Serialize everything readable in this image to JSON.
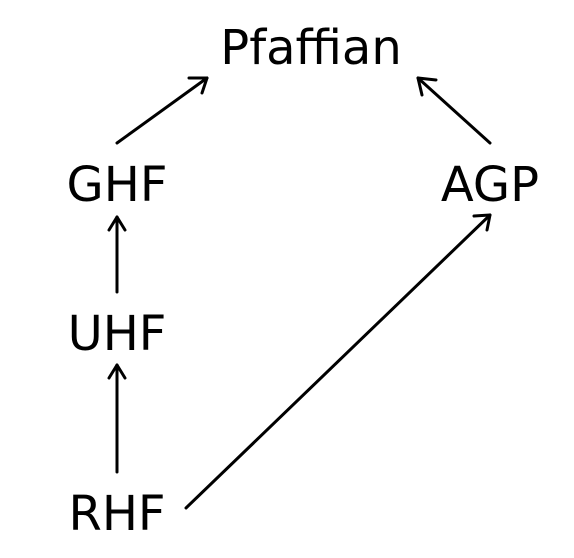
{
  "diagram": {
    "nodes": {
      "pfaffian": "Pfaffian",
      "ghf": "GHF",
      "agp": "AGP",
      "uhf": "UHF",
      "rhf": "RHF"
    },
    "edges": [
      {
        "from": "ghf",
        "to": "pfaffian"
      },
      {
        "from": "agp",
        "to": "pfaffian"
      },
      {
        "from": "uhf",
        "to": "ghf"
      },
      {
        "from": "rhf",
        "to": "uhf"
      },
      {
        "from": "rhf",
        "to": "agp"
      }
    ],
    "colors": {
      "text": "#000000",
      "line": "#000000",
      "background": "#ffffff"
    }
  }
}
